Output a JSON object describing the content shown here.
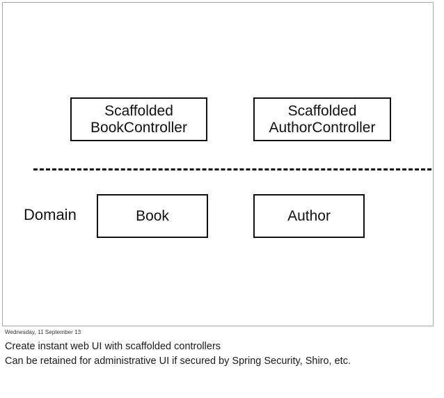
{
  "slide": {
    "diagram": {
      "boxes": [
        {
          "id": "book-controller",
          "label": "Scaffolded\nBookController"
        },
        {
          "id": "author-controller",
          "label": "Scaffolded\nAuthorController"
        },
        {
          "id": "book",
          "label": "Book"
        },
        {
          "id": "author",
          "label": "Author"
        }
      ],
      "row_label": "Domain",
      "divider": "dashed-separator"
    },
    "colors": {
      "box_border": "#111111",
      "box_fill": "#ffffff",
      "text": "#111111",
      "slide_frame": "#aaaaaa"
    }
  },
  "footer": {
    "timestamp": "Wednesday, 11 September 13",
    "notes": [
      "Create instant web UI with scaffolded controllers",
      "Can be retained for administrative UI if secured by Spring Security, Shiro, etc."
    ]
  }
}
